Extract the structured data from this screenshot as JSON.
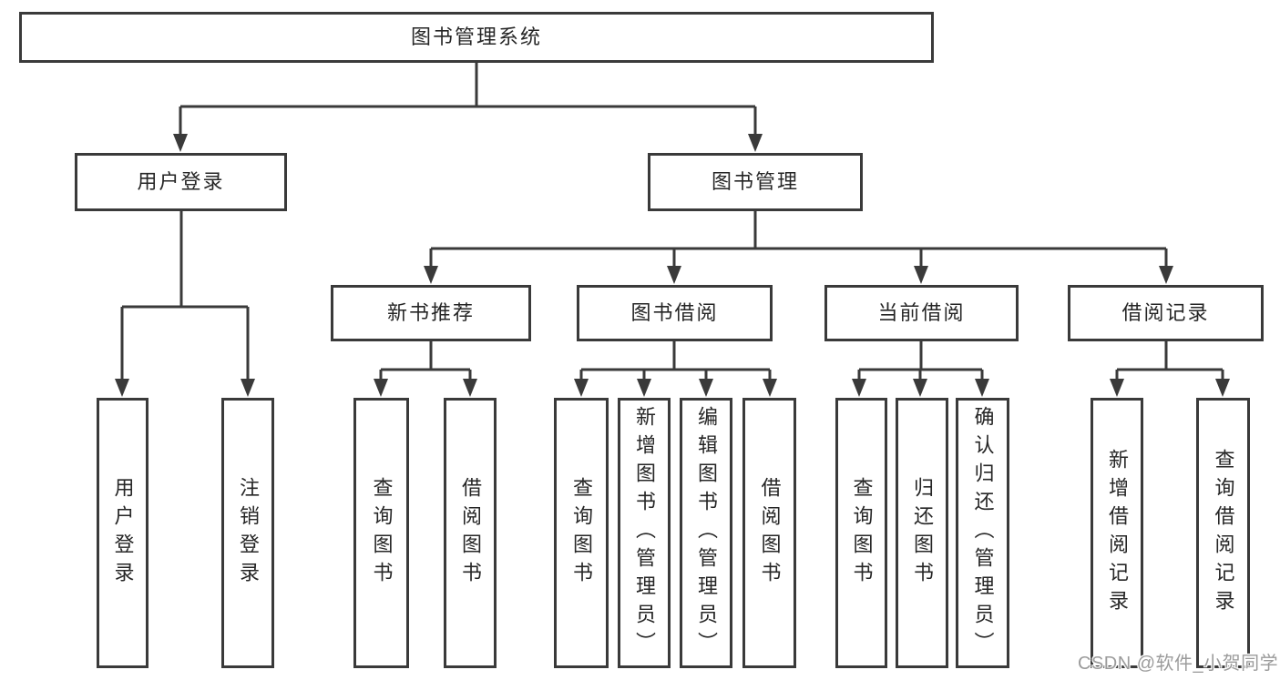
{
  "diagram_type": "functional-structure-tree",
  "colors": {
    "line": "#3a3a3a",
    "box_border": "#3a3a3a",
    "box_fill": "#ffffff",
    "text": "#262626",
    "watermark": "#9b9b9b"
  },
  "nodes": {
    "root": {
      "label": "图书管理系统"
    },
    "user_login": {
      "label": "用户登录"
    },
    "book_mgmt": {
      "label": "图书管理"
    },
    "new_book_rec": {
      "label": "新书推荐"
    },
    "book_borrow": {
      "label": "图书借阅"
    },
    "current_borrow": {
      "label": "当前借阅"
    },
    "borrow_records": {
      "label": "借阅记录"
    },
    "user_login_sub": {
      "label": "用户登录"
    },
    "logout": {
      "label": "注销登录"
    },
    "rec_query_books": {
      "label": "查询图书"
    },
    "rec_borrow_books": {
      "label": "借阅图书"
    },
    "bb_query_books": {
      "label": "查询图书"
    },
    "bb_add_books": {
      "label": "新增图书（管理员）"
    },
    "bb_edit_books": {
      "label": "编辑图书（管理员）"
    },
    "bb_borrow_books": {
      "label": "借阅图书"
    },
    "cb_query_books": {
      "label": "查询图书"
    },
    "cb_return_books": {
      "label": "归还图书"
    },
    "cb_confirm_return": {
      "label": "确认归还（管理员）"
    },
    "br_add_record": {
      "label": "新增借阅记录"
    },
    "br_query_record": {
      "label": "查询借阅记录"
    }
  },
  "edges": [
    [
      "root",
      "user_login"
    ],
    [
      "root",
      "book_mgmt"
    ],
    [
      "user_login",
      "user_login_sub"
    ],
    [
      "user_login",
      "logout"
    ],
    [
      "book_mgmt",
      "new_book_rec"
    ],
    [
      "book_mgmt",
      "book_borrow"
    ],
    [
      "book_mgmt",
      "current_borrow"
    ],
    [
      "book_mgmt",
      "borrow_records"
    ],
    [
      "new_book_rec",
      "rec_query_books"
    ],
    [
      "new_book_rec",
      "rec_borrow_books"
    ],
    [
      "book_borrow",
      "bb_query_books"
    ],
    [
      "book_borrow",
      "bb_add_books"
    ],
    [
      "book_borrow",
      "bb_edit_books"
    ],
    [
      "book_borrow",
      "bb_borrow_books"
    ],
    [
      "current_borrow",
      "cb_query_books"
    ],
    [
      "current_borrow",
      "cb_return_books"
    ],
    [
      "current_borrow",
      "cb_confirm_return"
    ],
    [
      "borrow_records",
      "br_add_record"
    ],
    [
      "borrow_records",
      "br_query_record"
    ]
  ],
  "watermark": {
    "text": "CSDN @软件_小贺同学"
  }
}
